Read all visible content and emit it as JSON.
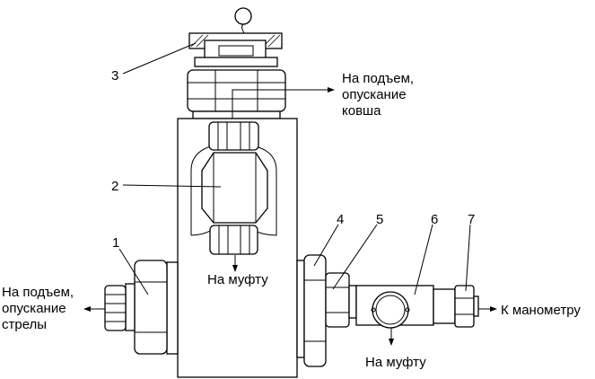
{
  "callouts": {
    "n1": "1",
    "n2": "2",
    "n3": "3",
    "n4": "4",
    "n5": "5",
    "n6": "6",
    "n7": "7"
  },
  "labels": {
    "top_right_line1": "На подъем,",
    "top_right_line2": "опускание",
    "top_right_line3": "ковша",
    "left_line1": "На подъем,",
    "left_line2": "опускание",
    "left_line3": "стрелы",
    "coupling_center": "На муфту",
    "coupling_right": "На муфту",
    "manometer": "К манометру"
  }
}
